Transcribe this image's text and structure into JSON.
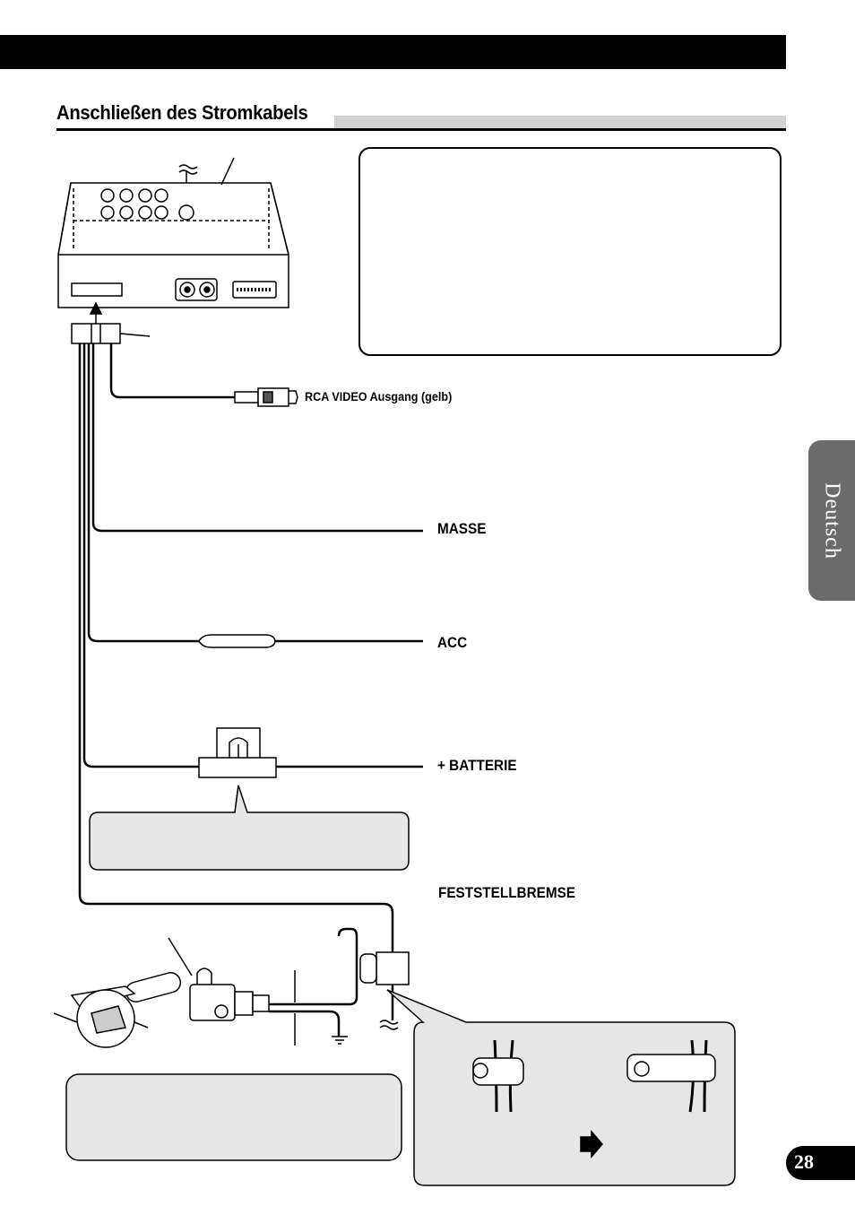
{
  "section": {
    "title": "Anschließen des Stromkabels"
  },
  "labels": {
    "rca_video": "RCA VIDEO Ausgang (gelb)",
    "masse": "MASSE",
    "acc": "ACC",
    "batterie": "+ BATTERIE",
    "feststellbremse": "FESTSTELLBREMSE"
  },
  "side_tab": {
    "text": "Deutsch"
  },
  "page_number": "28"
}
